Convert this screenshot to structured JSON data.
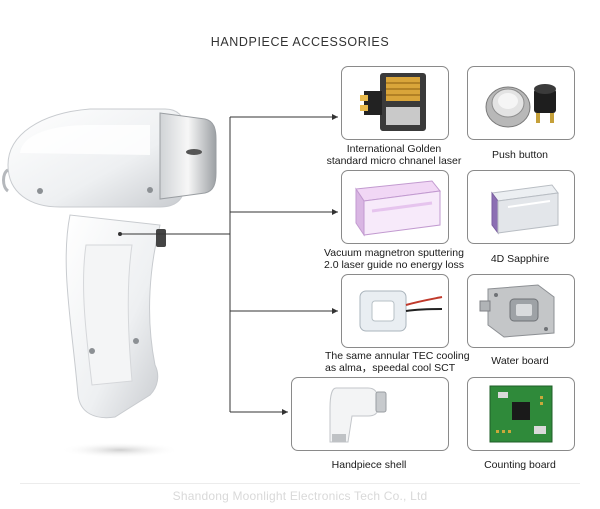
{
  "title": "HANDPIECE ACCESSORIES",
  "items": [
    {
      "caption_lines": [
        "International Golden",
        "standard micro chnanel laser"
      ],
      "icon": "laser-bar-icon"
    },
    {
      "caption_lines": [
        "Push button"
      ],
      "icon": "push-button-icon"
    },
    {
      "caption_lines": [
        "Vacuum magnetron sputtering",
        "2.0 laser guide no energy loss"
      ],
      "icon": "laser-guide-icon"
    },
    {
      "caption_lines": [
        "4D Sapphire"
      ],
      "icon": "sapphire-crystal-icon"
    },
    {
      "caption_lines": [
        "The same annular TEC cooling",
        "as alma，speedal cool SCT"
      ],
      "icon": "tec-cooler-icon"
    },
    {
      "caption_lines": [
        "Water board"
      ],
      "icon": "water-board-icon"
    },
    {
      "caption_lines": [
        "Handpiece shell"
      ],
      "icon": "handpiece-shell-icon"
    },
    {
      "caption_lines": [
        "Counting board"
      ],
      "icon": "counting-board-icon"
    }
  ],
  "footer": "Shandong Moonlight Electronics Tech Co., Ltd"
}
